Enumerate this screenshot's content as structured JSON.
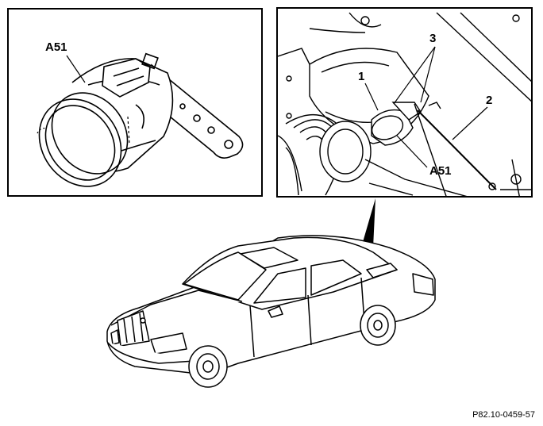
{
  "labels": {
    "a51_detail": "A51",
    "a51_engine": "A51",
    "callout_1": "1",
    "callout_2": "2",
    "callout_3": "3"
  },
  "figure_code": "P82.10-0459-57"
}
